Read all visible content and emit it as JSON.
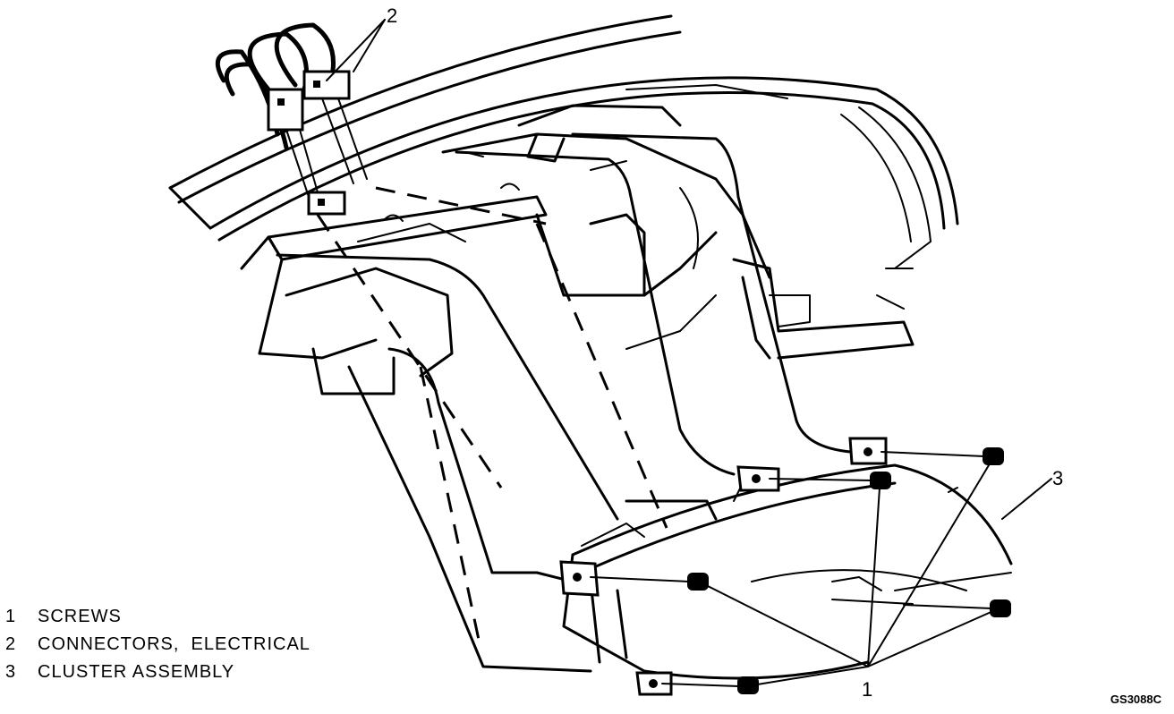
{
  "callouts": {
    "screws": "1",
    "connectors": "2",
    "cluster": "3"
  },
  "legend": [
    {
      "num": "1",
      "text": "SCREWS"
    },
    {
      "num": "2",
      "text": "CONNECTORS,  ELECTRICAL"
    },
    {
      "num": "3",
      "text": "CLUSTER ASSEMBLY"
    }
  ],
  "figure_code": "GS3088C"
}
